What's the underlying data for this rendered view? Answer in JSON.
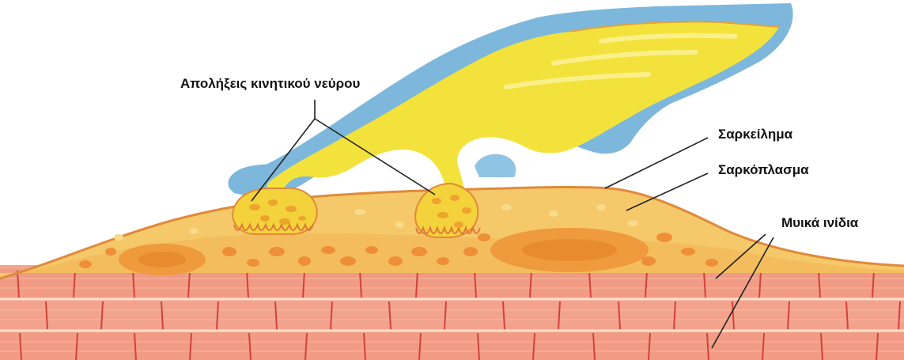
{
  "labels": {
    "nerve_terminals": "Απολήξεις κινητικού νεύρου",
    "sarcolemma": "Σαρκείλημα",
    "sarcoplasm": "Σαρκόπλασμα",
    "myofibrils": "Μυικά ινίδια"
  },
  "colors": {
    "myelin_sheath": "#7db8dc",
    "axon": "#f4e23c",
    "sarcoplasm": "#f5c86a",
    "sarcolemma_edge": "#e08a3a",
    "nucleus": "#ef9a3c",
    "myofibril": "#f19a84",
    "myofibril_line": "#d2413a",
    "leader_line": "#222222"
  }
}
